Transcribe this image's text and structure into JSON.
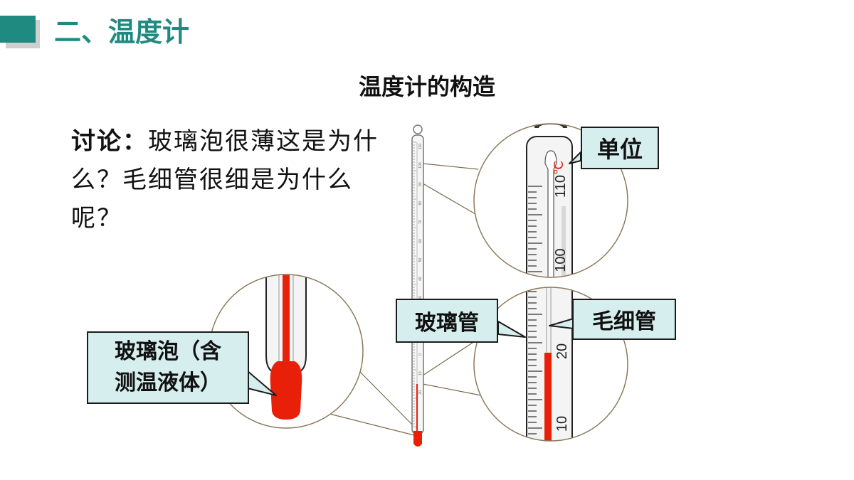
{
  "header": {
    "section_title": "二、温度计"
  },
  "slide": {
    "heading": "温度计的构造",
    "discussion_label": "讨论：",
    "discussion_text": "玻璃泡很薄这是为什么？毛细管很细是为什么呢？"
  },
  "callouts": {
    "units": "单位",
    "glass_tube": "玻璃管",
    "capillary": "毛细管",
    "bulb": "玻璃泡（含\n测温液体）"
  },
  "thermometer": {
    "top_scale_labels": [
      "110",
      "100"
    ],
    "unit_symbol": "℃",
    "bottom_scale_labels": [
      "20",
      "10"
    ],
    "tiny_scale_labels": [
      "110",
      "100",
      "90",
      "80",
      "70",
      "60",
      "50",
      "40",
      "30",
      "20",
      "10",
      "0",
      "10",
      "20"
    ]
  },
  "colors": {
    "accent": "#1f8a80",
    "liquid": "#e8200a",
    "callout_fill": "#d7eeee",
    "circle_border": "#8a7a5a"
  }
}
